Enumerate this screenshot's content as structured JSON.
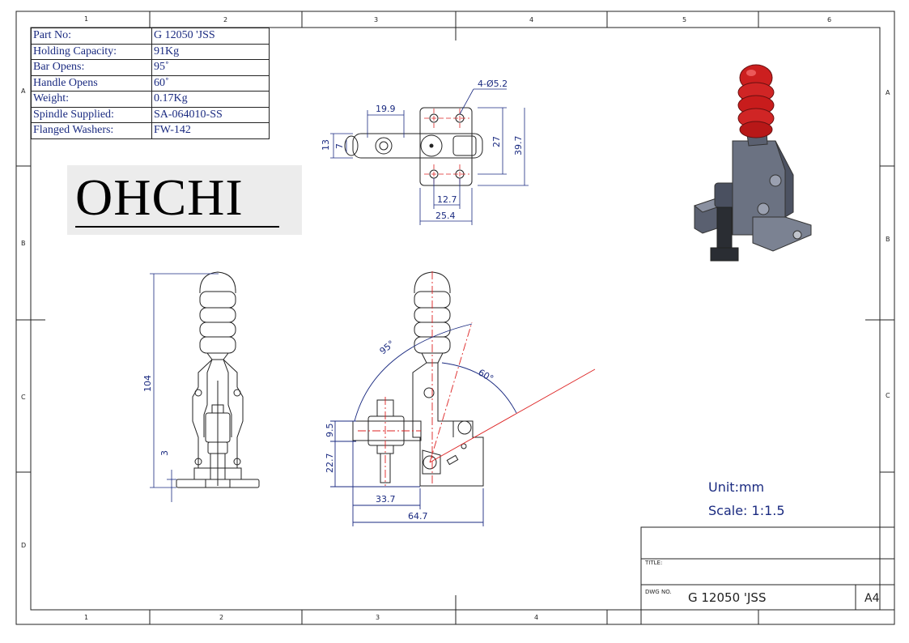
{
  "specs": [
    {
      "label": "Part No:",
      "value": "G   12050 'JSS"
    },
    {
      "label": "Holding Capacity:",
      "value": "91Kg"
    },
    {
      "label": "Bar Opens:",
      "value": "95˚"
    },
    {
      "label": "Handle Opens",
      "value": "60˚"
    },
    {
      "label": "Weight:",
      "value": "0.17Kg"
    },
    {
      "label": "Spindle Supplied:",
      "value": "SA-064010-SS"
    },
    {
      "label": "Flanged Washers:",
      "value": "FW-142"
    }
  ],
  "logo": "OHCHI",
  "units": {
    "unit": "Unit:mm",
    "scale": "Scale: 1:1.5"
  },
  "title_block": {
    "title_label": "TITLE:",
    "dwg_label": "DWG NO.",
    "dwg_no": "G   12050 'JSS",
    "sheet_size": "A4"
  },
  "zones": {
    "top_cols": [
      "1",
      "2",
      "3",
      "4",
      "5",
      "6"
    ],
    "bottom_cols": [
      "1",
      "2",
      "3",
      "4"
    ],
    "rows": [
      "A",
      "B",
      "C",
      "D"
    ]
  },
  "dimensions": {
    "hole": "4-Ø5.2",
    "d19_9": "19.9",
    "d13": "13",
    "d7": "7",
    "d27": "27",
    "d39_7": "39.7",
    "d12_7": "12.7",
    "d25_4": "25.4",
    "d104": "104",
    "d3": "3",
    "a95": "95°",
    "a60": "60°",
    "d9_5": "9.5",
    "d22_7": "22.7",
    "d33_7": "33.7",
    "d64_7": "64.7"
  },
  "colors": {
    "line": "#222222",
    "dim": "#1a2a80",
    "handle": "#cc1f1f",
    "body": "#6b7280",
    "centerline": "#dd2222"
  }
}
